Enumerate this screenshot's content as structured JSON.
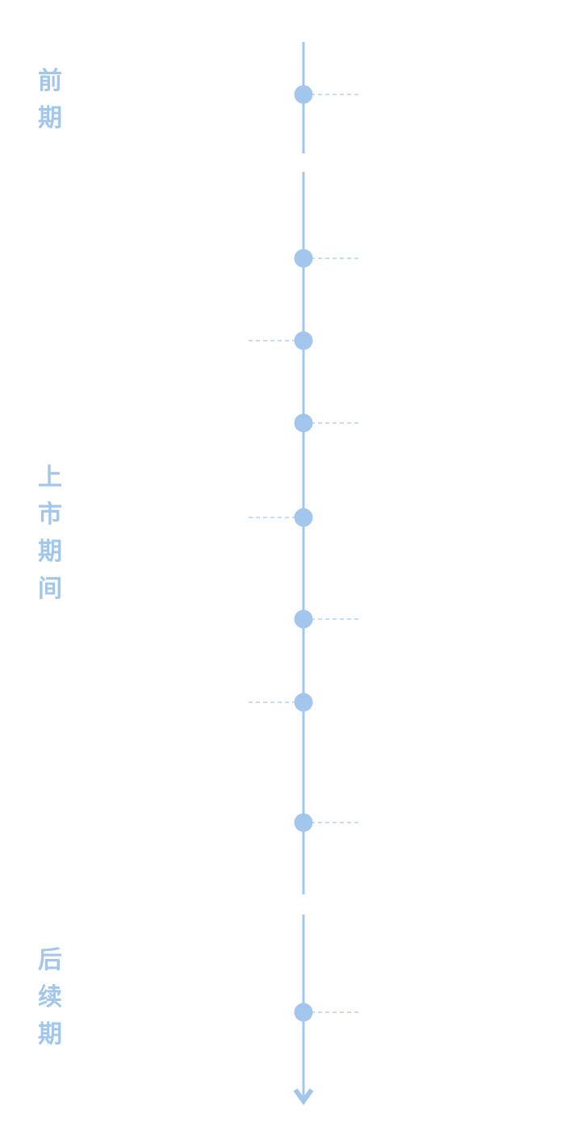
{
  "colors": {
    "accent": "#a3c6ec",
    "background": "#ffffff"
  },
  "phases": [
    {
      "label": [
        "前",
        "期"
      ]
    },
    {
      "label": [
        "上",
        "市",
        "期",
        "间"
      ]
    },
    {
      "label": [
        "后",
        "续",
        "期"
      ]
    }
  ],
  "nodes": [
    {
      "phase": 0,
      "side": "right"
    },
    {
      "phase": 1,
      "side": "right"
    },
    {
      "phase": 1,
      "side": "left"
    },
    {
      "phase": 1,
      "side": "right"
    },
    {
      "phase": 1,
      "side": "left"
    },
    {
      "phase": 1,
      "side": "right"
    },
    {
      "phase": 1,
      "side": "left"
    },
    {
      "phase": 1,
      "side": "right"
    },
    {
      "phase": 2,
      "side": "right"
    }
  ],
  "end_marker": "arrow-down-icon"
}
